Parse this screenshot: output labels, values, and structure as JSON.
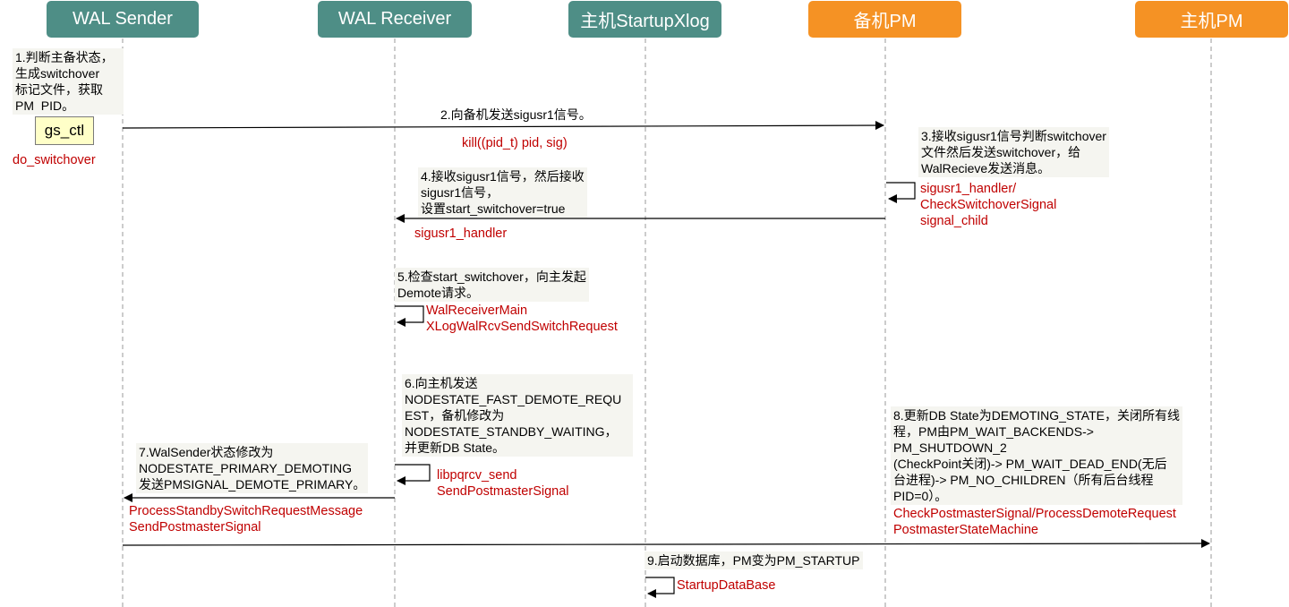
{
  "participants": {
    "wal_sender": "WAL Sender",
    "wal_receiver": "WAL Receiver",
    "primary_startup_xlog": "主机StartupXlog",
    "standby_pm": "备机PM",
    "primary_pm": "主机PM"
  },
  "colors": {
    "teal_header": "#4e8e86",
    "orange_header": "#f59224",
    "function_text": "#c00000",
    "note_background": "#f5f5f0",
    "gs_ctl_box": "#ffffc8"
  },
  "steps": {
    "s1": {
      "note": "1.判断主备状态，\n生成switchover\n标记文件，获取\nPM  PID。",
      "box": "gs_ctl",
      "func": "do_switchover"
    },
    "s2": {
      "label": "2.向备机发送sigusr1信号。",
      "func": "kill((pid_t) pid, sig)"
    },
    "s3": {
      "note": "3.接收sigusr1信号判断switchover\n文件然后发送switchover，给\nWalRecieve发送消息。",
      "func": "sigusr1_handler/\nCheckSwitchoverSignal\nsignal_child"
    },
    "s4": {
      "note": "4.接收sigusr1信号，然后接收\nsigusr1信号，\n设置start_switchover=true",
      "func": "sigusr1_handler"
    },
    "s5": {
      "note": "5.检查start_switchover，向主发起\nDemote请求。",
      "func": "WalReceiverMain\nXLogWalRcvSendSwitchRequest"
    },
    "s6": {
      "note": "6.向主机发送\nNODESTATE_FAST_DEMOTE_REQU\nEST，备机修改为\nNODESTATE_STANDBY_WAITING，\n并更新DB State。",
      "func": "libpqrcv_send\nSendPostmasterSignal"
    },
    "s7": {
      "note": "7.WalSender状态修改为\nNODESTATE_PRIMARY_DEMOTING\n发送PMSIGNAL_DEMOTE_PRIMARY。",
      "func": "ProcessStandbySwitchRequestMessage\nSendPostmasterSignal"
    },
    "s8": {
      "note": "8.更新DB State为DEMOTING_STATE，关闭所有线\n程，PM由PM_WAIT_BACKENDS->\nPM_SHUTDOWN_2\n(CheckPoint关闭)-> PM_WAIT_DEAD_END(无后\n台进程)-> PM_NO_CHILDREN（所有后台线程\nPID=0）。",
      "func": "CheckPostmasterSignal/ProcessDemoteRequest\nPostmasterStateMachine"
    },
    "s9": {
      "note": "9.启动数据库，PM变为PM_STARTUP",
      "func": "StartupDataBase"
    }
  }
}
